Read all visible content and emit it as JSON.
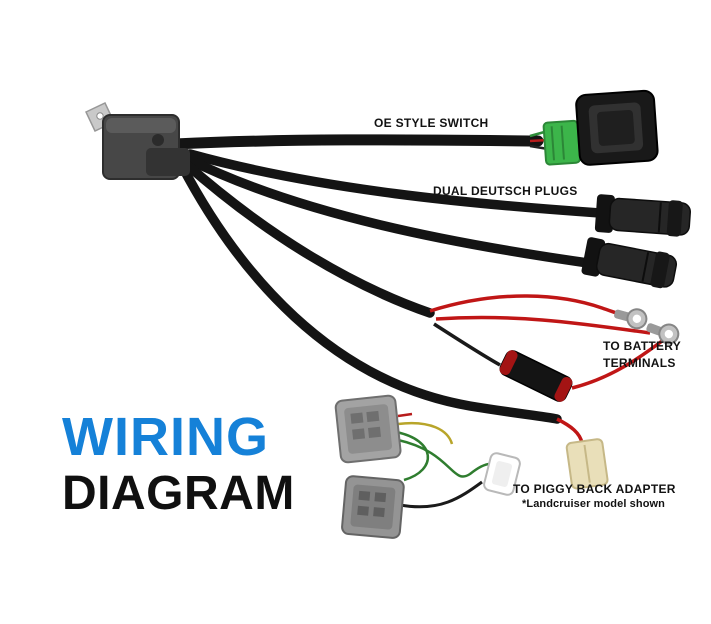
{
  "page": {
    "background": "#ffffff"
  },
  "title": {
    "line1": "WIRING",
    "line2": "DIAGRAM",
    "line1_color": "#1581d8",
    "line2_color": "#101010"
  },
  "annotations": {
    "oe_switch": "OE STYLE SWITCH",
    "deutsch_plugs": "DUAL DEUTSCH PLUGS",
    "battery_line1": "TO BATTERY",
    "battery_line2": "TERMINALS",
    "piggyback_line1": "TO PIGGY BACK ADAPTER",
    "piggyback_line2": "*Landcruiser model shown"
  },
  "illustration": {
    "parts": [
      "relay",
      "oe-style-switch-connector",
      "deutsch-plug-1",
      "deutsch-plug-2",
      "inline-fuse-holder",
      "ring-terminal-1",
      "ring-terminal-2",
      "piggyback-adapter-connector-1",
      "piggyback-adapter-connector-2",
      "white-connector",
      "tan-piggyback-connector"
    ],
    "wire_color": "#141414",
    "accent_wire_red": "#c01616",
    "connector_green": "#3cb54a"
  }
}
